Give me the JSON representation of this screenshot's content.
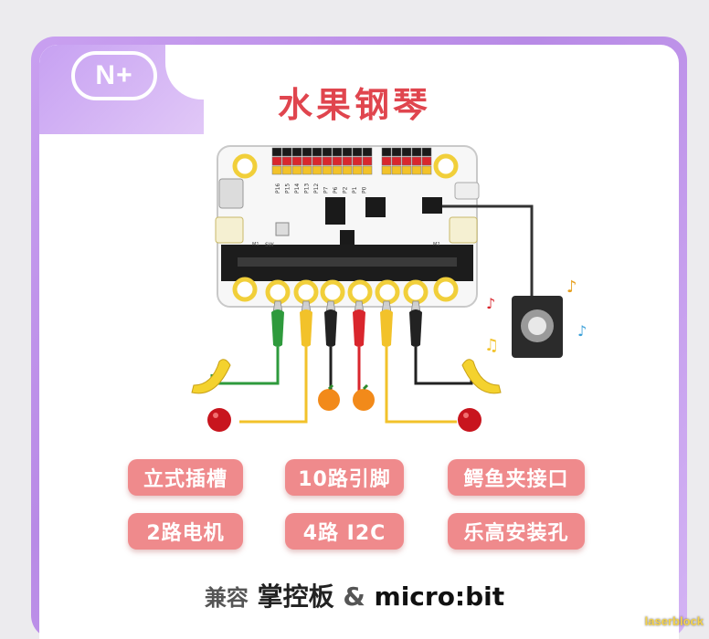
{
  "brand": {
    "logo_text": "N+"
  },
  "title": "水果钢琴",
  "board_labels": {
    "pins_left": [
      "P16",
      "P15",
      "P14",
      "P13",
      "P12",
      "P7",
      "P6",
      "P2",
      "P1",
      "P0"
    ],
    "sw": "SW",
    "m1": "M1",
    "m2": "M2"
  },
  "features": [
    [
      "立式插槽",
      "10路引脚",
      "鳄鱼夹接口"
    ],
    [
      "2路电机",
      "4路 I2C",
      "乐高安装孔"
    ]
  ],
  "compat": {
    "prefix": "兼容",
    "board": "掌控板",
    "amp": "&",
    "mb": "micro:bit"
  },
  "clip_colors": [
    "#2e9a3c",
    "#f2c22a",
    "#222222",
    "#d9262d",
    "#f2c22a",
    "#222222"
  ],
  "colors": {
    "title": "#e0454e",
    "feature_bg": "#ef8a8c",
    "accent": "#b88ae6"
  },
  "watermark": "laserblock"
}
